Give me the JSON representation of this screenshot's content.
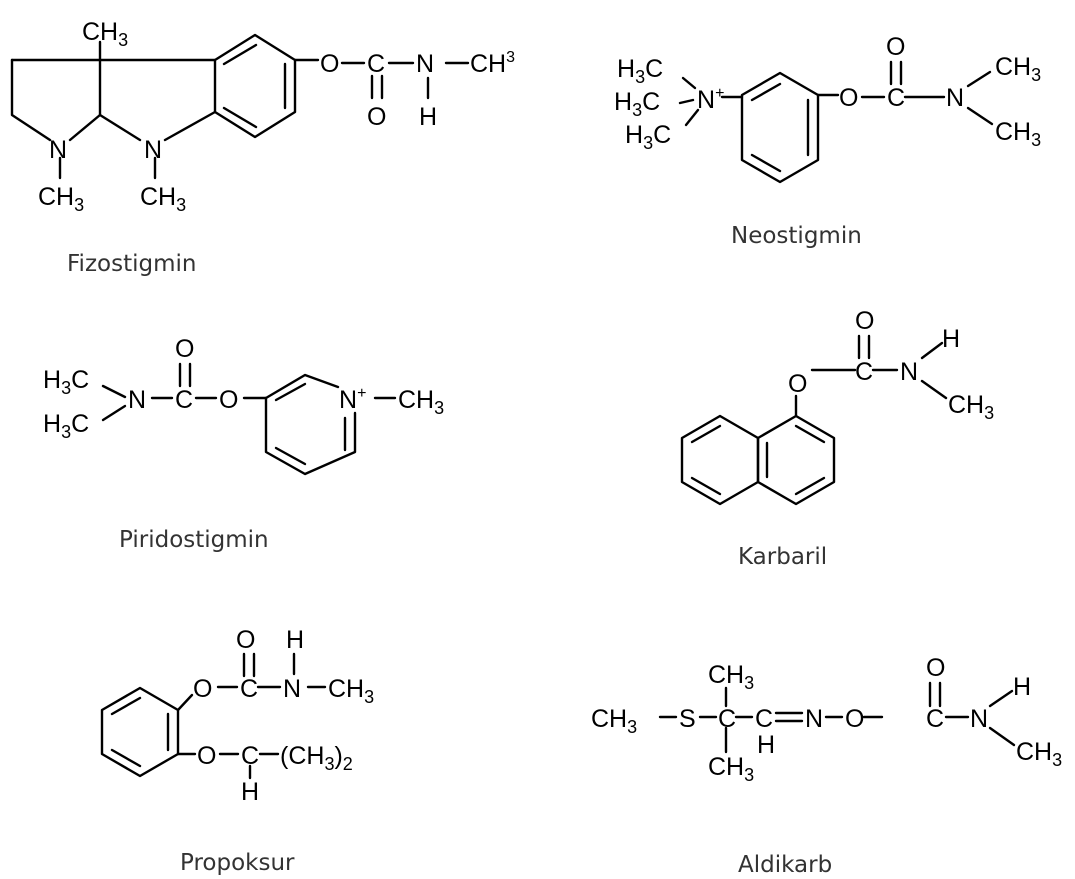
{
  "captions": {
    "fizostigmin": "Fizostigmin",
    "neostigmin": "Neostigmin",
    "piridostigmin": "Piridostigmin",
    "karbaril": "Karbaril",
    "propoksur": "Propoksur",
    "aldikarb": "Aldikarb"
  },
  "atoms": {
    "C": "C",
    "N": "N",
    "O": "O",
    "H": "H",
    "S": "S",
    "CH": "CH",
    "H3C": "H",
    "sub3": "3",
    "sub2": "2",
    "sup3": "3",
    "plus": "+",
    "lparen": "(",
    "rparen": ")",
    "dash": "–",
    "eq": "="
  },
  "colors": {
    "ink": "#000000",
    "caption": "#333333",
    "background": "#ffffff"
  }
}
